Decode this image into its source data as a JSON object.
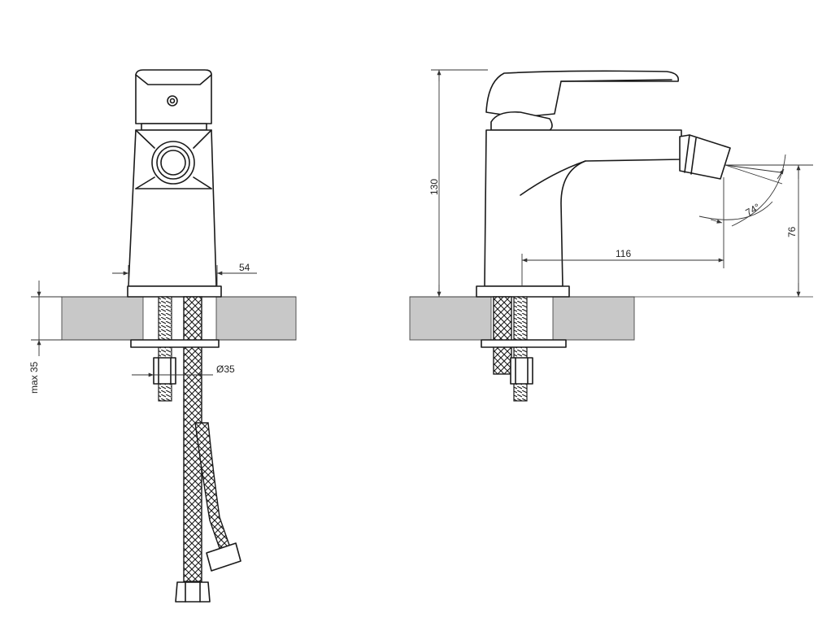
{
  "dimensions": {
    "base_width": "54",
    "hole_diameter": "Ø35",
    "max_counter_thickness": "max 35",
    "total_height": "130",
    "spout_reach": "116",
    "spout_height": "76",
    "spray_angle": "74°"
  },
  "colors": {
    "line": "#1a1a1a",
    "countertop": "#c8c8c8",
    "background": "#ffffff"
  }
}
